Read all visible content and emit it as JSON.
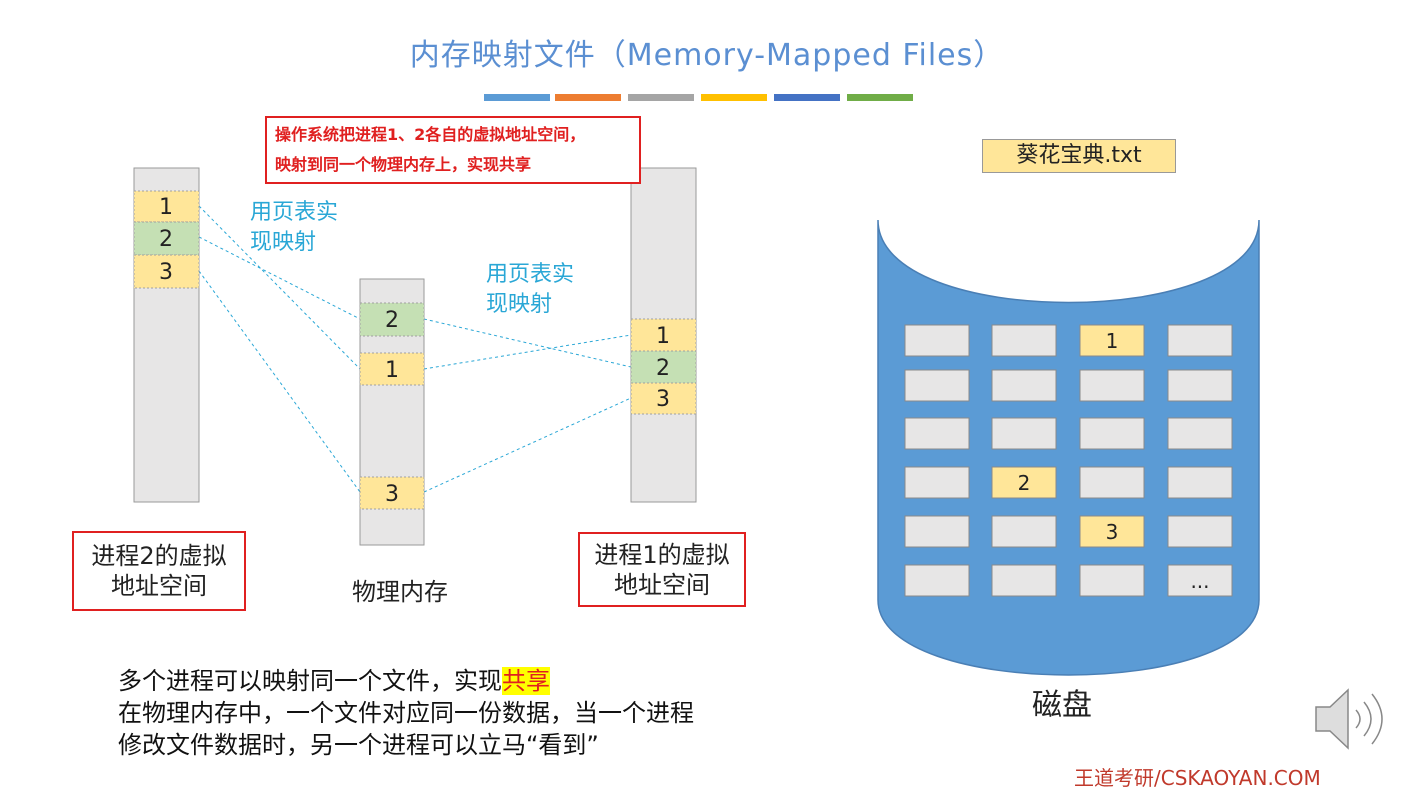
{
  "title": "内存映射文件（Memory-Mapped Files）",
  "color_bars": [
    "#5b9bd5",
    "#ed7d31",
    "#a5a5a5",
    "#ffc000",
    "#4472c4",
    "#70ad47"
  ],
  "callout": {
    "line1": "操作系统把进程1、2各自的虚拟地址空间，",
    "line2": "映射到同一个物理内存上，实现共享"
  },
  "proc2": {
    "cells": [
      "1",
      "2",
      "3"
    ],
    "label_line1": "进程2的虚拟",
    "label_line2": "地址空间"
  },
  "physical": {
    "cells": [
      "2",
      "1",
      "3"
    ],
    "label": "物理内存"
  },
  "proc1": {
    "cells": [
      "1",
      "2",
      "3"
    ],
    "label_line1": "进程1的虚拟",
    "label_line2": "地址空间"
  },
  "mapping_left": {
    "line1": "用页表实",
    "line2": "现映射"
  },
  "mapping_right": {
    "line1": "用页表实",
    "line2": "现映射"
  },
  "file": {
    "name": "葵花宝典.txt"
  },
  "disk": {
    "blocks": [
      "",
      "",
      "1",
      "",
      "",
      "",
      "",
      "",
      "",
      "",
      "",
      "",
      "",
      "2",
      "",
      "",
      "",
      "",
      "3",
      "",
      "",
      "",
      "",
      "..."
    ],
    "label": "磁盘"
  },
  "notes": {
    "line1_prefix": "多个进程可以映射同一个文件，实现",
    "line1_highlight": "共享",
    "line2": "在物理内存中，一个文件对应同一份数据，当一个进程",
    "line3": "修改文件数据时，另一个进程可以立马“看到”"
  },
  "credit": "王道考研/CSKAOYAN.COM",
  "colors": {
    "yellow_cell": "#ffe699",
    "green_cell": "#c5e0b4",
    "column_gray": "#e7e6e6",
    "disk_blue": "#5b9bd5",
    "alert_red": "#e02020",
    "mapping_cyan": "#2aa7d6"
  }
}
